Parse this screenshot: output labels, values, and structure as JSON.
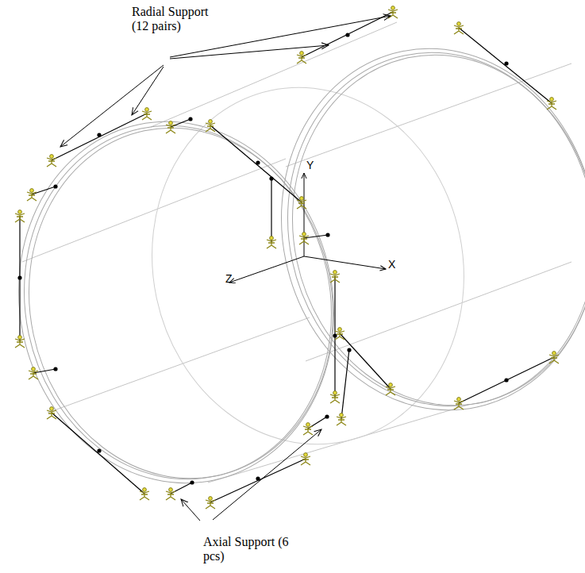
{
  "diagram": {
    "labels": [
      "Radial Support (12 pairs)",
      "Axial Support (6 pcs)",
      "Y",
      "Z",
      "X"
    ]
  }
}
